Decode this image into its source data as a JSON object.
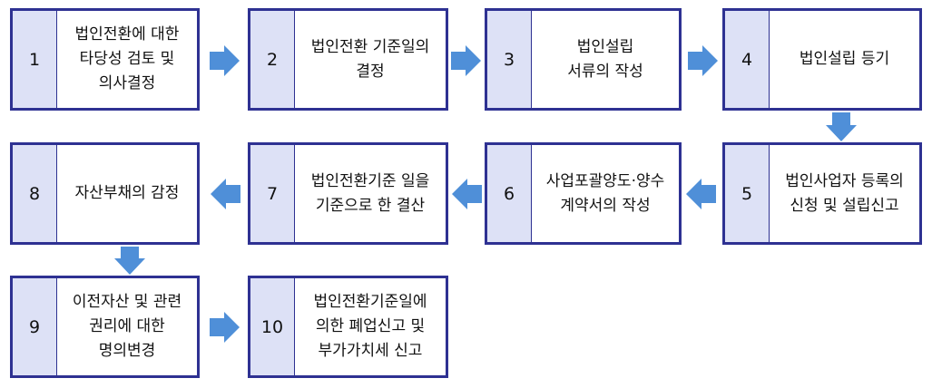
{
  "steps": [
    {
      "num": "1",
      "label": "법인전환에 대한\n타당성 검토 및\n의사결정"
    },
    {
      "num": "2",
      "label": "법인전환 기준일의\n결정"
    },
    {
      "num": "3",
      "label": "법인설립\n서류의 작성"
    },
    {
      "num": "4",
      "label": "법인설립 등기"
    },
    {
      "num": "5",
      "label": "법인사업자 등록의\n신청 및 설립신고"
    },
    {
      "num": "6",
      "label": "사업포괄양도·양수\n계약서의 작성"
    },
    {
      "num": "7",
      "label": "법인전환기준 일을\n기준으로 한 결산"
    },
    {
      "num": "8",
      "label": "자산부채의 감정"
    },
    {
      "num": "9",
      "label": "이전자산 및 관련\n권리에 대한\n명의변경"
    },
    {
      "num": "10",
      "label": "법인전환기준일에\n의한 폐업신고 및\n부가가치세 신고"
    }
  ],
  "colors": {
    "border": "#2e3192",
    "number_cell": "#dde1f6",
    "arrow": "#4f8fd8"
  }
}
